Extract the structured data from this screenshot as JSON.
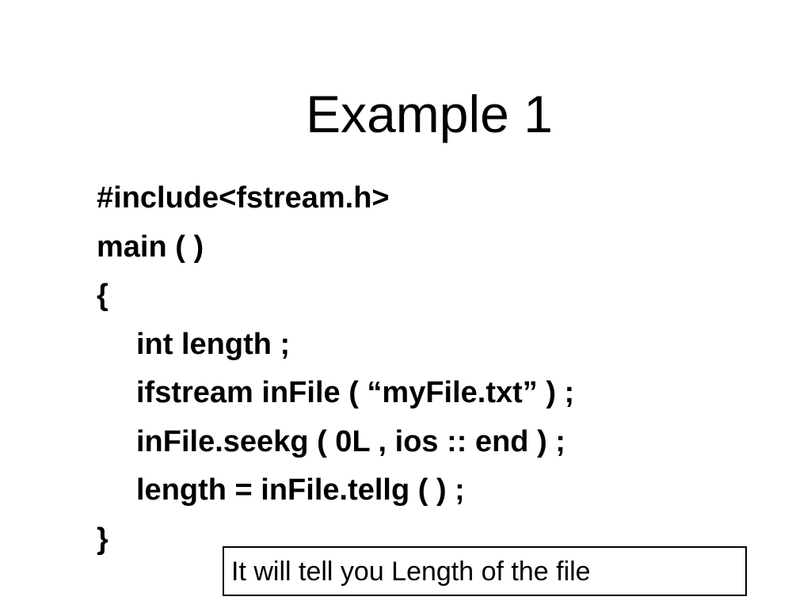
{
  "slide": {
    "title": "Example 1",
    "code_lines": [
      {
        "text": "#include<fstream.h>",
        "indent": false
      },
      {
        "text": "main ( )",
        "indent": false
      },
      {
        "text": "{",
        "indent": false
      },
      {
        "text": "int length ;",
        "indent": true
      },
      {
        "text": "ifstream inFile ( “myFile.txt” ) ;",
        "indent": true
      },
      {
        "text": "inFile.seekg ( 0L , ios :: end ) ;",
        "indent": true
      },
      {
        "text": "length = inFile.tellg ( ) ;",
        "indent": true
      },
      {
        "text": "}",
        "indent": false
      }
    ],
    "callout": "It will tell you Length of the file"
  }
}
